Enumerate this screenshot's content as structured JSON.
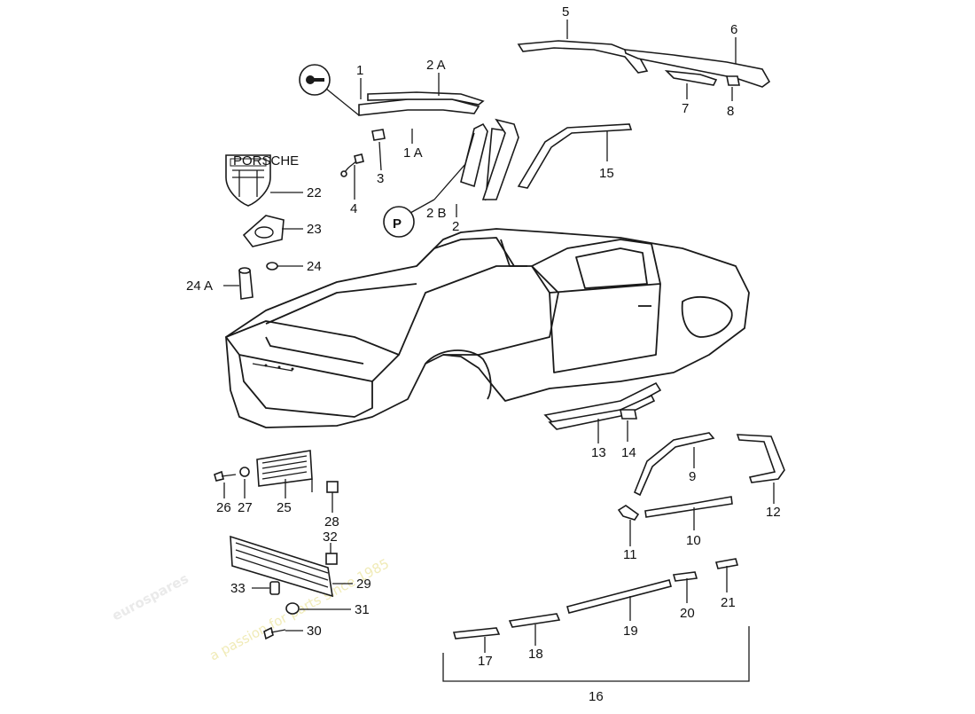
{
  "watermark": {
    "brand": "eurospares",
    "tagline": "a passion for parts since 1985",
    "brand_color": "#e6e6e6",
    "tagline_color": "#ece4a8"
  },
  "labels": {
    "l1": "1",
    "l1a": "1 A",
    "l2": "2",
    "l2a": "2 A",
    "l2b": "2 B",
    "l3": "3",
    "l4": "4",
    "l5": "5",
    "l6": "6",
    "l7": "7",
    "l8": "8",
    "l9": "9",
    "l10": "10",
    "l11": "11",
    "l12": "12",
    "l13": "13",
    "l14": "14",
    "l15": "15",
    "l16": "16",
    "l17": "17",
    "l18": "18",
    "l19": "19",
    "l20": "20",
    "l21": "21",
    "l22": "22",
    "l23": "23",
    "l24": "24",
    "l24a": "24 A",
    "l25": "25",
    "l26": "26",
    "l27": "27",
    "l28": "28",
    "l29": "29",
    "l30": "30",
    "l31": "31",
    "l32": "32",
    "l33": "33"
  },
  "emblem": {
    "text": "PORSCHE"
  },
  "symbols": {
    "key_icon": "key-symbol",
    "p_icon": "P"
  }
}
